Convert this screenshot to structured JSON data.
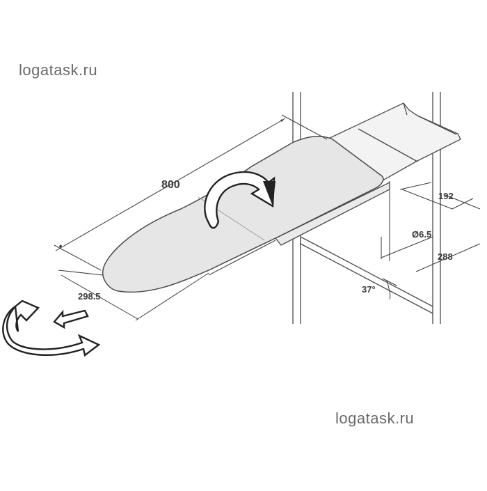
{
  "watermark": {
    "top": "logatask.ru",
    "bottom": "logatask.ru"
  },
  "dimensions": {
    "length": "800",
    "width": "298.5",
    "spacing": "192",
    "hole": "Ø6.5",
    "depth": "288",
    "angle": "37°"
  },
  "icons": {
    "fold_rotation": "curved-arrow-icon",
    "swivel_rotation": "swivel-arrows-icon"
  },
  "colors": {
    "board": "#e6e6e6",
    "line": "#4a4a4a",
    "arrow": "#222222"
  }
}
